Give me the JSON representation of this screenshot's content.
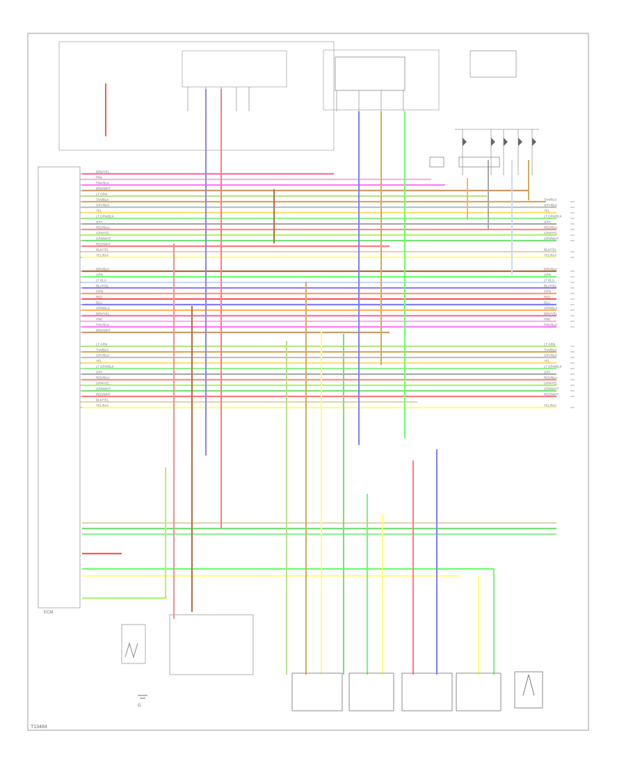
{
  "diagram": {
    "corner_code": "T13484",
    "ecm_caption": "ECM",
    "gnd_label": "G",
    "colors": {
      "outline": "#9a9a9a",
      "text": "#6f6f6f",
      "background": "#ffffff"
    },
    "wires": [
      {
        "color": "#ff6ca8",
        "label": "BRN/YEL"
      },
      {
        "color": "#f2b3ee",
        "label": "PNK"
      },
      {
        "color": "#ff7bff",
        "label": "PNK/BLK"
      },
      {
        "color": "#c79b6b",
        "label": "BRN/WHT"
      },
      {
        "color": "#b8e08a",
        "label": "LT GRN"
      },
      {
        "color": "#d9a85a",
        "label": "TAN/BLK"
      },
      {
        "color": "#c0c0c0",
        "label": "GRY/BLK"
      },
      {
        "color": "#ffe06c",
        "label": "YEL"
      },
      {
        "color": "#8ff28f",
        "label": "LT GRN/BLK"
      },
      {
        "color": "#a7a7a7",
        "label": "GRY"
      },
      {
        "color": "#ff8a8a",
        "label": "RED/BLU"
      },
      {
        "color": "#aaf56c",
        "label": "GRN/YEL"
      },
      {
        "color": "#76e076",
        "label": "GRN/WHT"
      },
      {
        "color": "#ff7b7b",
        "label": "RED/WHT"
      },
      {
        "color": "#e2d4b4",
        "label": "BLK/YEL"
      },
      {
        "color": "#ffff7a",
        "label": "YEL/BLK"
      },
      {
        "color": "#b36b3a",
        "label": "BRN/BLK"
      },
      {
        "color": "#6aff6a",
        "label": "GRN"
      },
      {
        "color": "#c8d8ff",
        "label": "LT BLU"
      },
      {
        "color": "#8c7cff",
        "label": "BLU/YEL"
      },
      {
        "color": "#ff9a7b",
        "label": "ORN"
      },
      {
        "color": "#ff5555",
        "label": "RED"
      },
      {
        "color": "#7c7cff",
        "label": "BLU"
      },
      {
        "color": "#ffb15c",
        "label": "ORN/BLK"
      }
    ]
  }
}
